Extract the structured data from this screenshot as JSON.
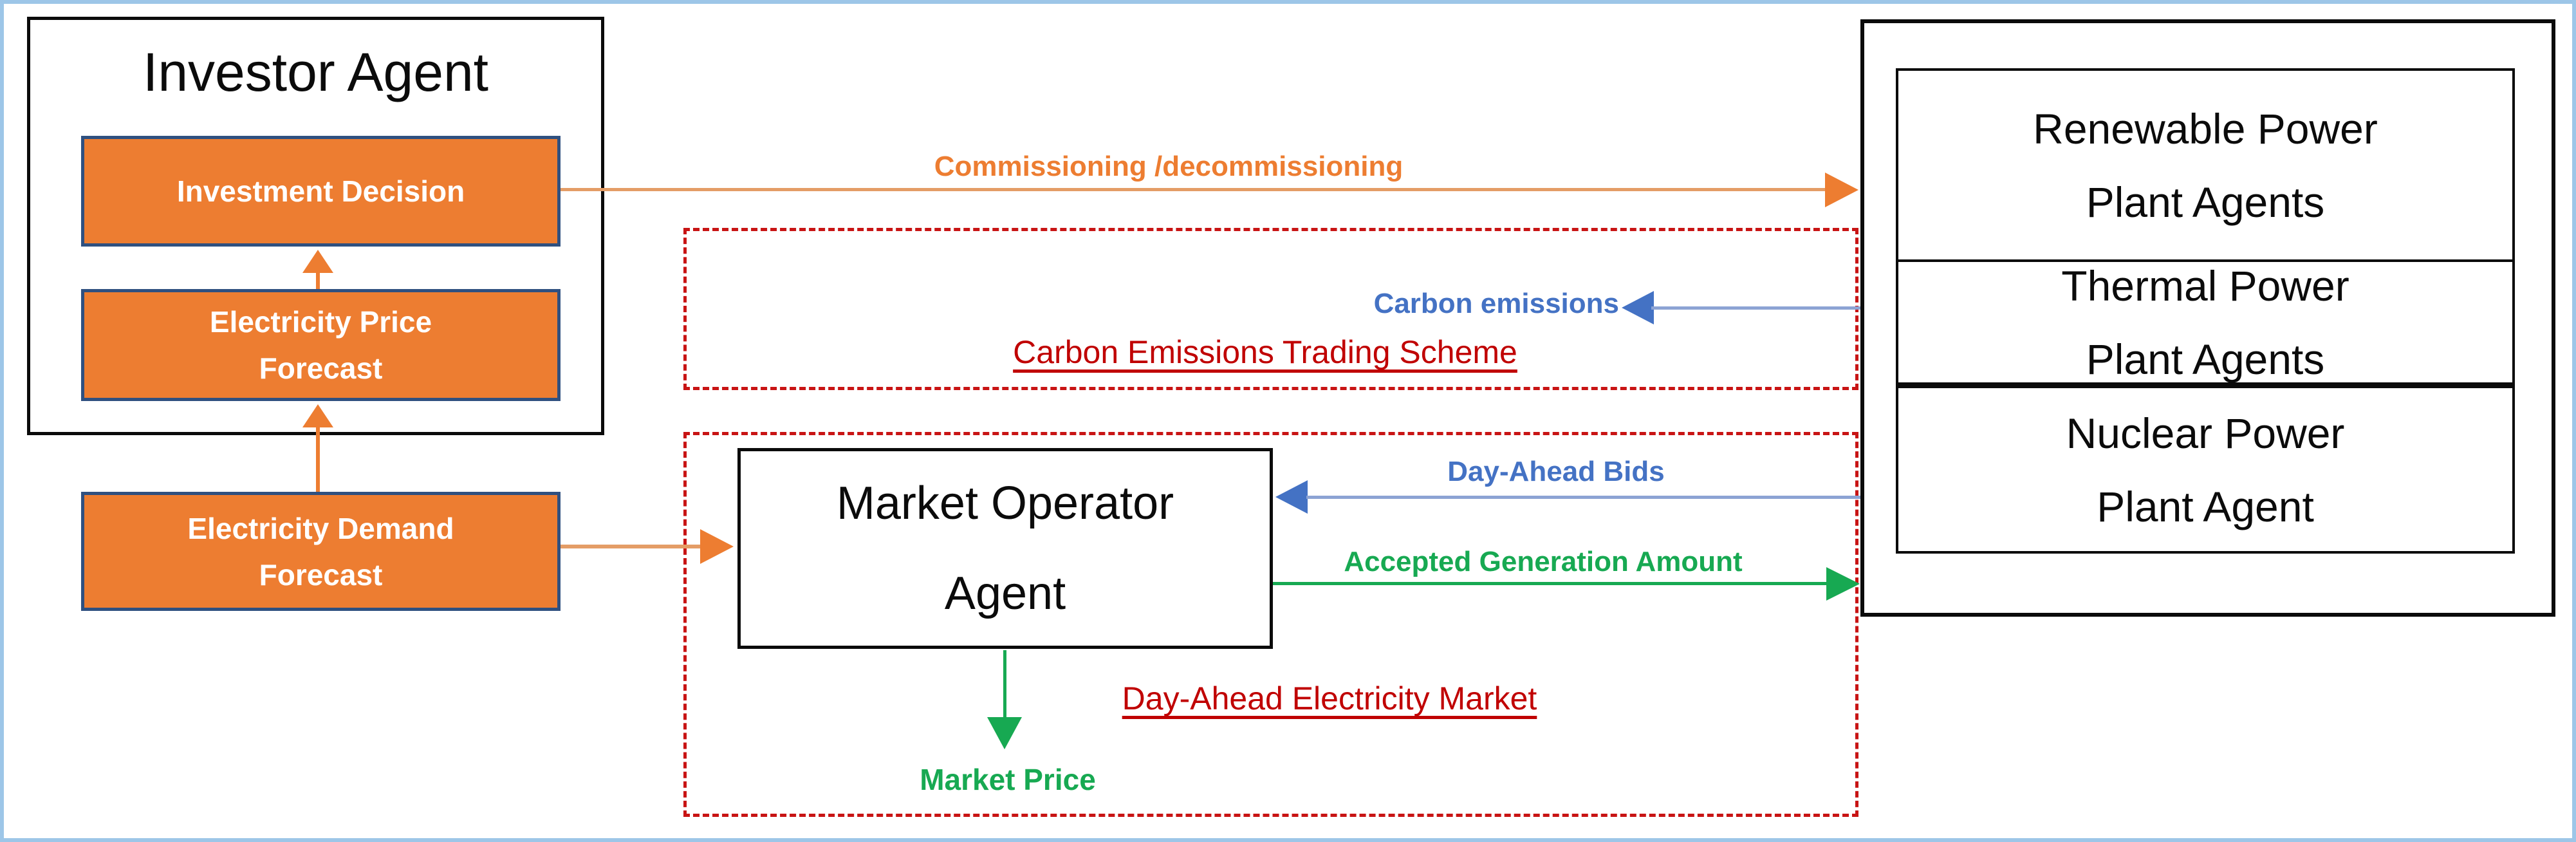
{
  "colors": {
    "orange": "#ED7D31",
    "orange_line": "#E49D66",
    "box_border_navy": "#2F5080",
    "blue": "#4472C4",
    "blue_line": "#8CA3D4",
    "green": "#17A952",
    "red_dash": "#C81414",
    "dark_red": "#C00000",
    "frame_blue": "#9DC6E8"
  },
  "investor": {
    "title": "Investor Agent",
    "investment_decision": "Investment Decision",
    "electricity_price_forecast": [
      "Electricity Price",
      "Forecast"
    ],
    "electricity_demand_forecast": [
      "Electricity Demand",
      "Forecast"
    ]
  },
  "market": {
    "operator": [
      "Market Operator",
      "Agent"
    ],
    "carbon_scheme_label": "Carbon Emissions Trading Scheme",
    "electricity_market_label": "Day-Ahead Electricity Market"
  },
  "plants": {
    "renewable": [
      "Renewable Power",
      "Plant Agents"
    ],
    "thermal": [
      "Thermal Power",
      "Plant Agents"
    ],
    "nuclear": [
      "Nuclear Power",
      "Plant Agent"
    ]
  },
  "flows": {
    "commissioning": "Commissioning /decommissioning",
    "carbon_emissions": "Carbon emissions",
    "day_ahead_bids": "Day-Ahead Bids",
    "accepted_generation": "Accepted Generation Amount",
    "market_price": "Market Price"
  }
}
